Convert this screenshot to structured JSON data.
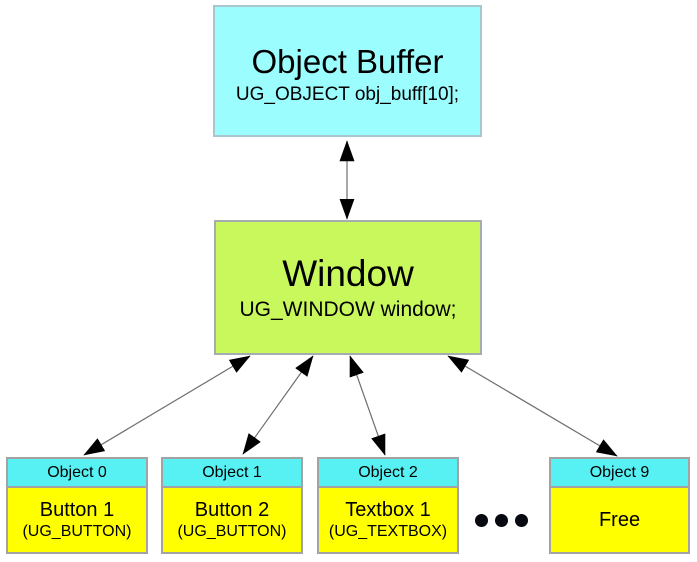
{
  "diagram": {
    "object_buffer": {
      "title": "Object Buffer",
      "code": "UG_OBJECT obj_buff[10];"
    },
    "window": {
      "title": "Window",
      "code": "UG_WINDOW window;"
    },
    "objects": [
      {
        "header": "Object 0",
        "name": "Button 1",
        "type": "(UG_BUTTON)"
      },
      {
        "header": "Object 1",
        "name": "Button 2",
        "type": "(UG_BUTTON)"
      },
      {
        "header": "Object 2",
        "name": "Textbox 1",
        "type": "(UG_TEXTBOX)"
      },
      {
        "header": "Object 9",
        "name": "Free",
        "type": ""
      }
    ],
    "colors": {
      "buffer_fill": "#9cfdfe",
      "window_fill": "#c9f85d",
      "object_header_fill": "#58f1f3",
      "object_body_fill": "#ffff00",
      "arrow_head": "#000000",
      "arrow_line": "#6e6e6e"
    }
  }
}
